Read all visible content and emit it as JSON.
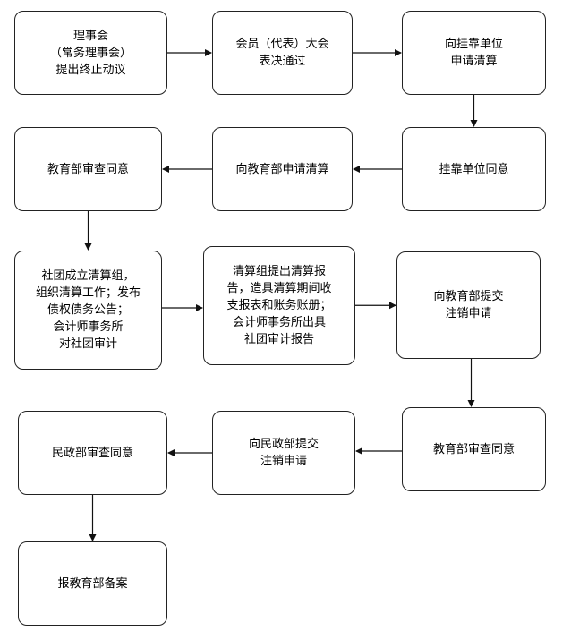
{
  "nodes": [
    {
      "id": "n1",
      "text": "理事会\n（常务理事会）\n提出终止动议"
    },
    {
      "id": "n2",
      "text": "会员（代表）大会\n表决通过"
    },
    {
      "id": "n3",
      "text": "向挂靠单位\n申请清算"
    },
    {
      "id": "n4",
      "text": "挂靠单位同意"
    },
    {
      "id": "n5",
      "text": "向教育部申请清算"
    },
    {
      "id": "n6",
      "text": "教育部审查同意"
    },
    {
      "id": "n7",
      "text": "社团成立清算组，\n组织清算工作；发布\n债权债务公告；\n会计师事务所\n对社团审计"
    },
    {
      "id": "n8",
      "text": "清算组提出清算报\n告，造具清算期间收\n支报表和账务账册；\n会计师事务所出具\n社团审计报告"
    },
    {
      "id": "n9",
      "text": "向教育部提交\n注销申请"
    },
    {
      "id": "n10",
      "text": "教育部审查同意"
    },
    {
      "id": "n11",
      "text": "向民政部提交\n注销申请"
    },
    {
      "id": "n12",
      "text": "民政部审查同意"
    },
    {
      "id": "n13",
      "text": "报教育部备案"
    }
  ],
  "edges": [
    {
      "from": "n1",
      "to": "n2"
    },
    {
      "from": "n2",
      "to": "n3"
    },
    {
      "from": "n3",
      "to": "n4"
    },
    {
      "from": "n4",
      "to": "n5"
    },
    {
      "from": "n5",
      "to": "n6"
    },
    {
      "from": "n6",
      "to": "n7"
    },
    {
      "from": "n7",
      "to": "n8"
    },
    {
      "from": "n8",
      "to": "n9"
    },
    {
      "from": "n9",
      "to": "n10"
    },
    {
      "from": "n10",
      "to": "n11"
    },
    {
      "from": "n11",
      "to": "n12"
    },
    {
      "from": "n12",
      "to": "n13"
    }
  ]
}
